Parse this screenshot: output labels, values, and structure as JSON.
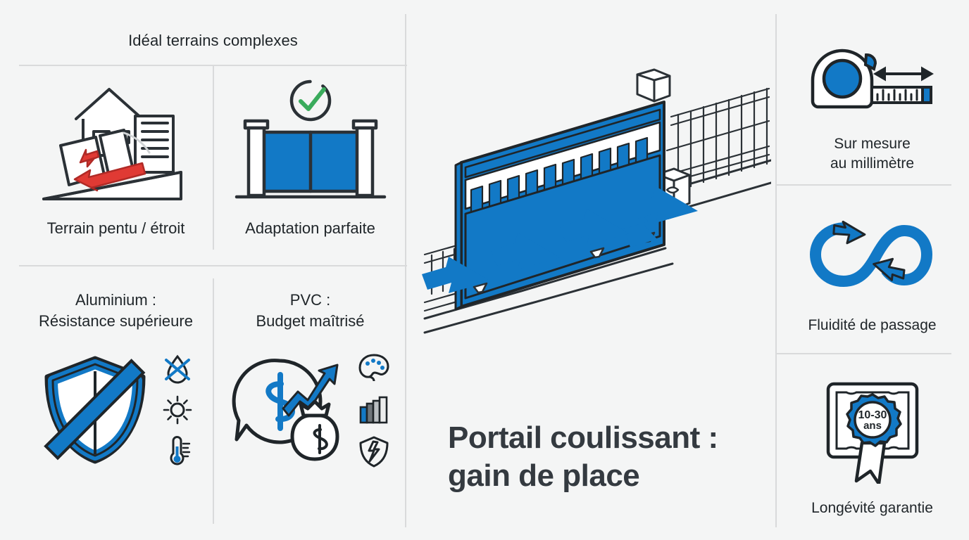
{
  "meta": {
    "accent_blue": "#1279c6",
    "dark": "#1f2529",
    "title_gray": "#343a40",
    "green": "#3aab5c",
    "red": "#e03a34",
    "background": "#f4f5f5",
    "divider": "#d9dadb"
  },
  "left": {
    "header": "Idéal terrains complexes",
    "cells": [
      {
        "label": "Terrain pentu / étroit",
        "icon": "house-on-slope-icon"
      },
      {
        "label": "Adaptation parfaite",
        "icon": "gate-with-check-icon"
      }
    ],
    "materials": [
      {
        "title_line1": "Aluminium :",
        "title_line2": "Résistance supérieure",
        "icon": "shield-no-damage-icon",
        "sub_icons": [
          "no-water-icon",
          "sun-icon",
          "thermometer-icon"
        ]
      },
      {
        "title_line1": "PVC :",
        "title_line2": "Budget maîtrisé",
        "icon": "money-growth-icon",
        "sub_icons": [
          "paint-palette-icon",
          "color-gradient-icon",
          "cracked-shield-icon"
        ]
      }
    ]
  },
  "center": {
    "illustration": "sliding-gate-isometric-illustration",
    "arrows_count": 4,
    "title_line1": "Portail coulissant :",
    "title_line2": "gain de place"
  },
  "right": {
    "items": [
      {
        "label_line1": "Sur mesure",
        "label_line2": "au millimètre",
        "icon": "tape-measure-icon"
      },
      {
        "label_line1": "Fluidité de passage",
        "label_line2": "",
        "icon": "infinity-arrows-icon"
      },
      {
        "label_line1": "Longévité garantie",
        "label_line2": "",
        "icon": "guarantee-badge-icon",
        "badge_line1": "10-30",
        "badge_line2": "ans"
      }
    ]
  }
}
